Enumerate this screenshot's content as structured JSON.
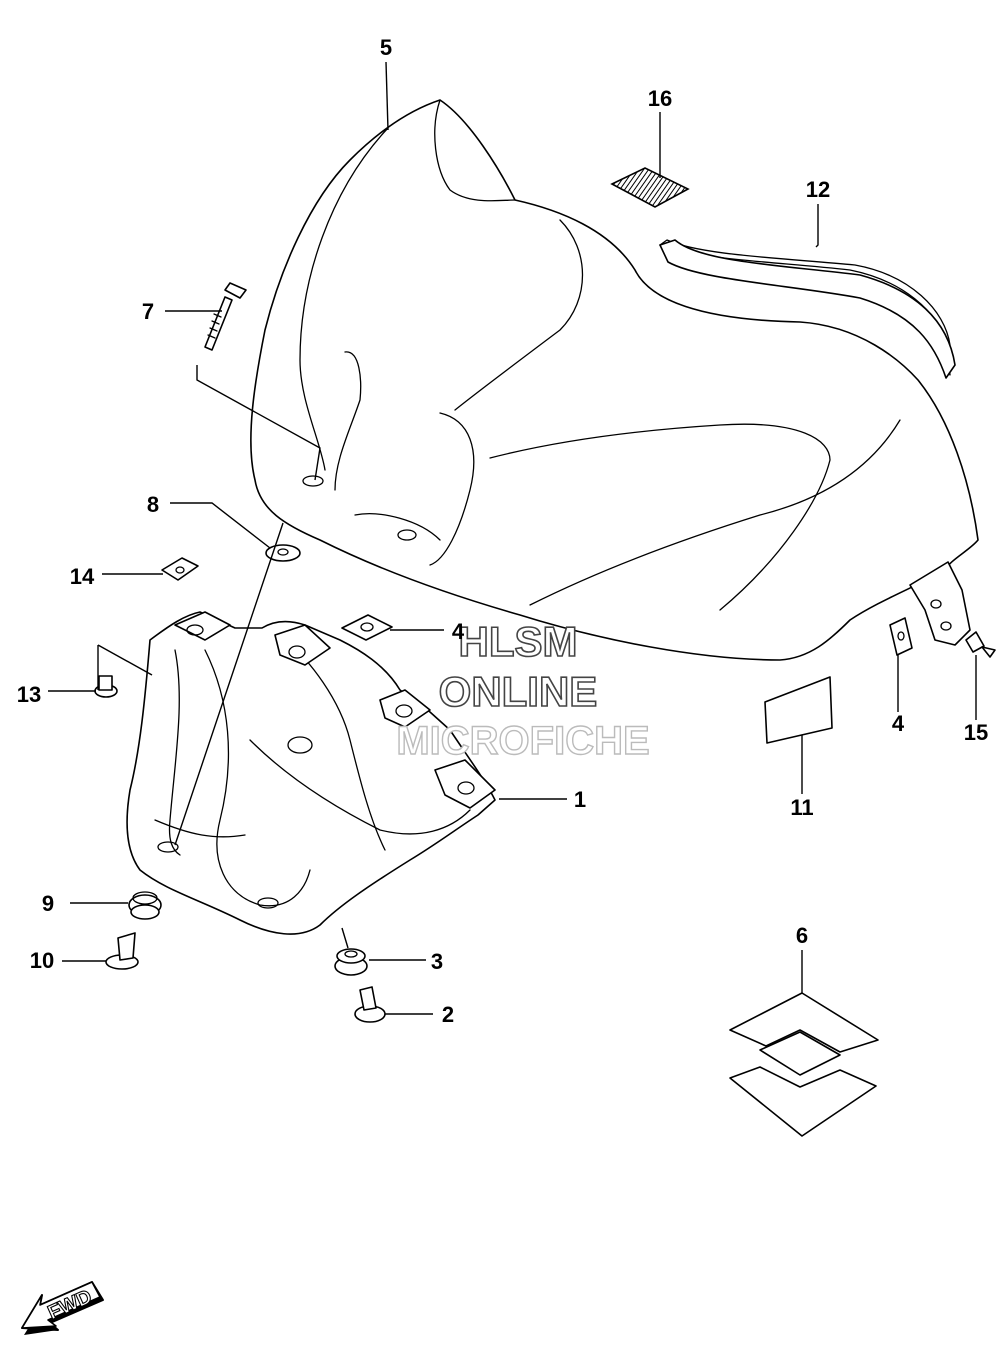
{
  "callouts": [
    {
      "id": "c1",
      "text": "1"
    },
    {
      "id": "c2",
      "text": "2"
    },
    {
      "id": "c3",
      "text": "3"
    },
    {
      "id": "c4a",
      "text": "4"
    },
    {
      "id": "c4b",
      "text": "4"
    },
    {
      "id": "c5",
      "text": "5"
    },
    {
      "id": "c6",
      "text": "6"
    },
    {
      "id": "c7",
      "text": "7"
    },
    {
      "id": "c8",
      "text": "8"
    },
    {
      "id": "c9",
      "text": "9"
    },
    {
      "id": "c10",
      "text": "10"
    },
    {
      "id": "c11",
      "text": "11"
    },
    {
      "id": "c12",
      "text": "12"
    },
    {
      "id": "c13",
      "text": "13"
    },
    {
      "id": "c14",
      "text": "14"
    },
    {
      "id": "c15",
      "text": "15"
    },
    {
      "id": "c16",
      "text": "16"
    }
  ],
  "watermark": {
    "line1": "HLSM",
    "line2": "ONLINE",
    "line3": "MICROFICHE"
  },
  "fwd_arrow": {
    "label": "FWD"
  }
}
